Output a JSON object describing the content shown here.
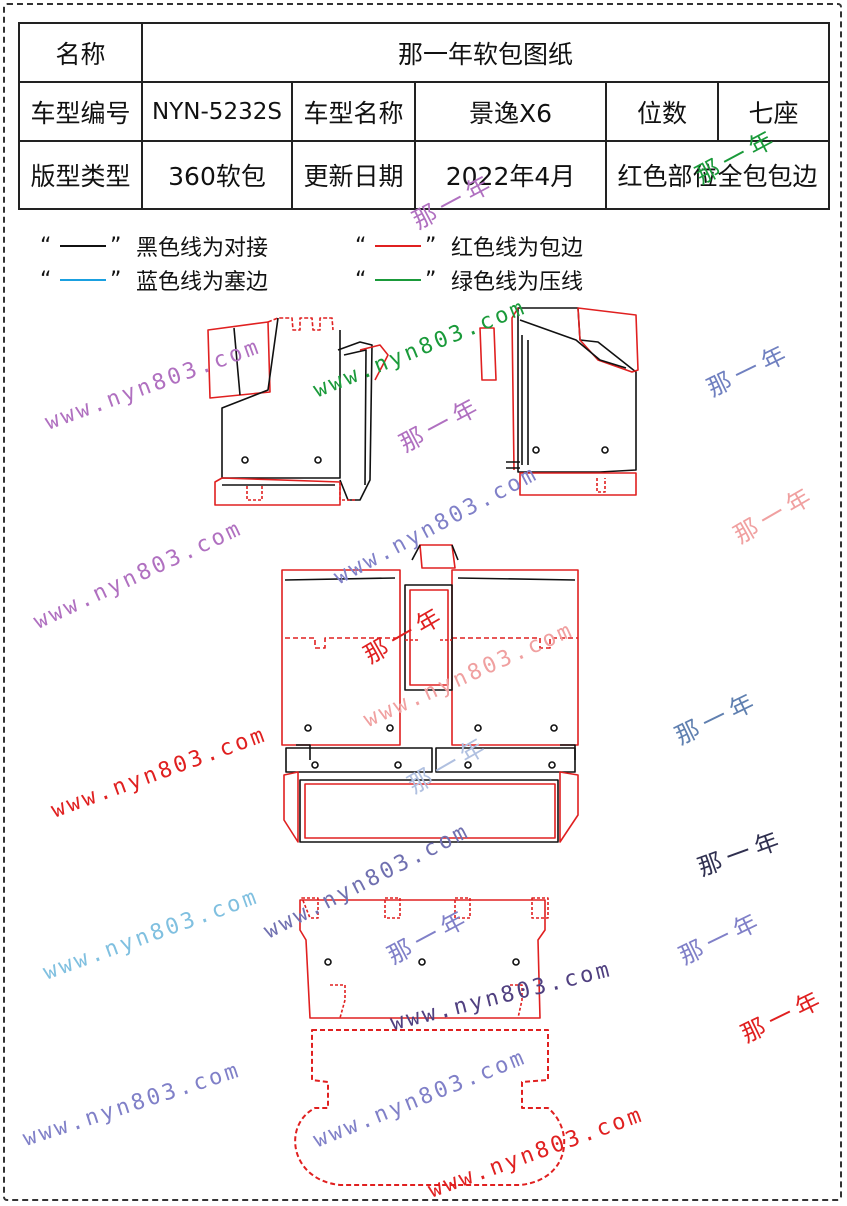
{
  "header": {
    "name_label": "名称",
    "name_value": "那一年软包图纸",
    "model_code_label": "车型编号",
    "model_code_value": "NYN-5232S",
    "model_name_label": "车型名称",
    "model_name_value": "景逸X6",
    "seats_label": "位数",
    "seats_value": "七座",
    "type_label": "版型类型",
    "type_value": "360软包",
    "date_label": "更新日期",
    "date_value": "2022年4月",
    "note": "红色部位全包包边"
  },
  "legend": [
    {
      "text": "黑色线为对接",
      "color": "#111111"
    },
    {
      "text": "红色线为包边",
      "color": "#e02020"
    },
    {
      "text": "蓝色线为塞边",
      "color": "#1aa0e0"
    },
    {
      "text": "绿色线为压线",
      "color": "#1a9a3a"
    }
  ],
  "quote_open": "“",
  "quote_close": "”",
  "watermark": {
    "url": "www.nyn803.com",
    "brand": "那一年"
  },
  "colors": {
    "black_line": "#111111",
    "red_line": "#e02020"
  }
}
